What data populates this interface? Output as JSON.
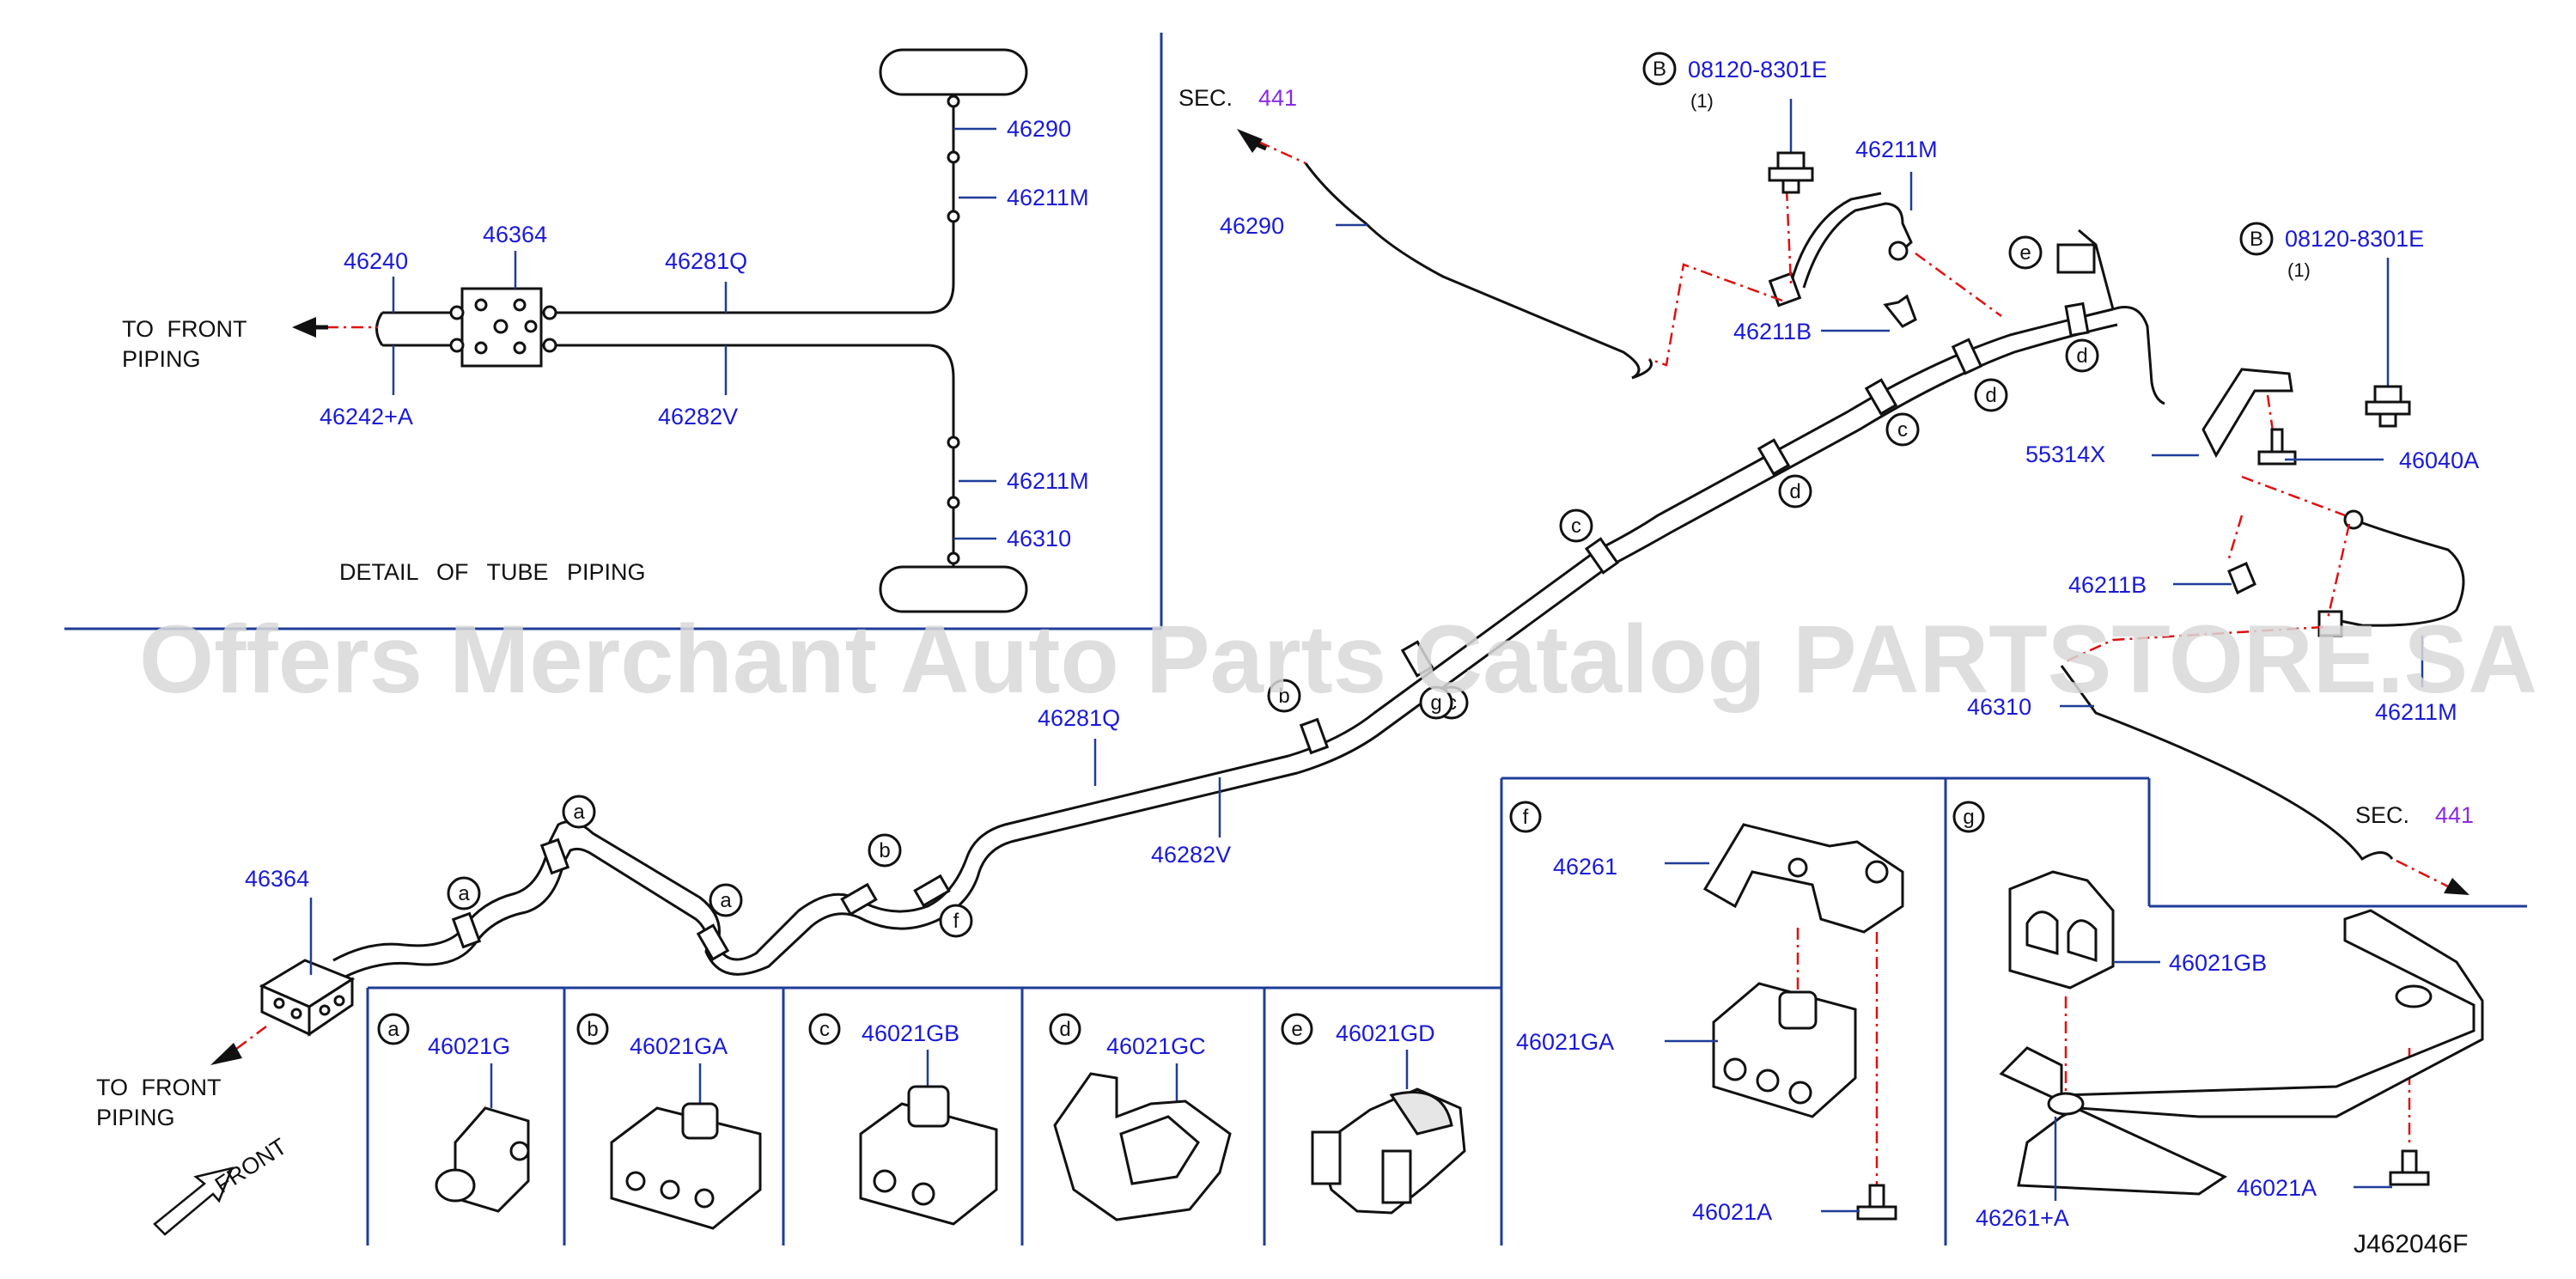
{
  "detail": {
    "title": "DETAIL OF TUBE PIPING",
    "to_front": [
      "TO FRONT",
      "PIPING"
    ],
    "parts": {
      "p46240": "46240",
      "p46364": "46364",
      "p46281Q": "46281Q",
      "p46242A": "46242+A",
      "p46282V": "46282V",
      "p46290": "46290",
      "p46211M_top": "46211M",
      "p46211M_bot": "46211M",
      "p46310": "46310"
    }
  },
  "main": {
    "sec_left": {
      "label": "SEC.",
      "num": "441"
    },
    "sec_right": {
      "label": "SEC.",
      "num": "441"
    },
    "bolt_b1": {
      "marker": "B",
      "part": "08120-8301E",
      "qty": "(1)"
    },
    "bolt_b2": {
      "marker": "B",
      "part": "08120-8301E",
      "qty": "(1)"
    },
    "parts": {
      "p46290": "46290",
      "p46211M_a": "46211M",
      "p46211B_a": "46211B",
      "p55314X": "55314X",
      "p46040A": "46040A",
      "p46211B_b": "46211B",
      "p46310": "46310",
      "p46211M_b": "46211M",
      "p46281Q": "46281Q",
      "p46282V": "46282V",
      "p46364": "46364"
    },
    "to_front": [
      "TO FRONT",
      "PIPING"
    ],
    "front_arrow": "FRONT",
    "clip_markers": [
      "a",
      "a",
      "a",
      "b",
      "b",
      "c",
      "c",
      "c",
      "d",
      "d",
      "d",
      "e",
      "f",
      "g"
    ]
  },
  "insets": [
    {
      "letter": "a",
      "part": "46021G"
    },
    {
      "letter": "b",
      "part": "46021GA"
    },
    {
      "letter": "c",
      "part": "46021GB"
    },
    {
      "letter": "d",
      "part": "46021GC"
    },
    {
      "letter": "e",
      "part": "46021GD"
    }
  ],
  "inset_f": {
    "letter": "f",
    "parts": [
      "46261",
      "46021GA",
      "46021A"
    ]
  },
  "inset_g": {
    "letter": "g",
    "parts": [
      "46021GB",
      "46261+A",
      "46021A"
    ]
  },
  "watermark": "Offers Merchant Auto Parts Catalog PARTSTORE.SA",
  "diagram_code": "J462046F",
  "colors": {
    "part_number": "#1a1ad6",
    "section_number": "#8a2be2",
    "frame": "#1f3d99",
    "dash": "#e01010",
    "watermark": "#d9d9d9"
  }
}
